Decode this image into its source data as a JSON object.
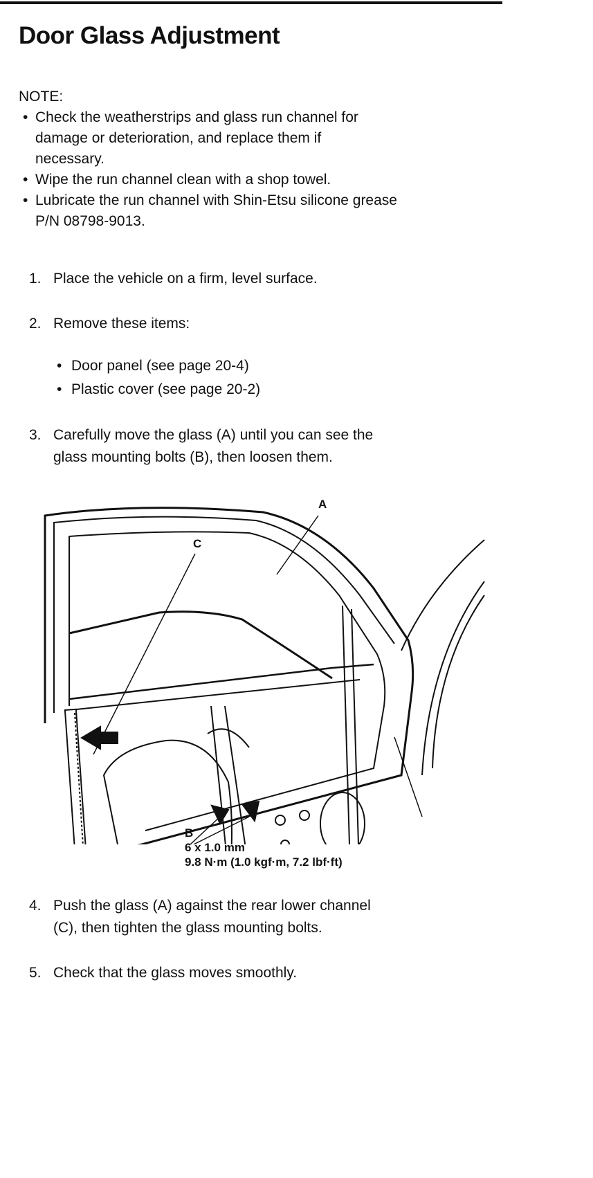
{
  "title": "Door Glass Adjustment",
  "note": {
    "label": "NOTE:",
    "items": [
      [
        "Check the weatherstrips and glass run channel for",
        "damage or deterioration, and replace them if",
        "necessary."
      ],
      [
        "Wipe the run channel clean with a shop towel."
      ],
      [
        "Lubricate the run channel with Shin-Etsu silicone grease",
        "P/N 08798-9013."
      ]
    ]
  },
  "steps": [
    {
      "num": "1.",
      "lines": [
        "Place the vehicle on a firm, level surface."
      ]
    },
    {
      "num": "2.",
      "lines": [
        "Remove these items:"
      ],
      "subitems": [
        "Door panel (see page 20-4)",
        "Plastic cover (see page 20-2)"
      ]
    },
    {
      "num": "3.",
      "lines": [
        "Carefully move the glass (A) until you can see the",
        "glass mounting bolts (B), then loosen them."
      ]
    },
    {
      "num": "4.",
      "lines": [
        "Push the glass (A) against the rear lower channel",
        "(C), then tighten the glass mounting bolts."
      ]
    },
    {
      "num": "5.",
      "lines": [
        "Check that the glass moves smoothly."
      ]
    }
  ],
  "diagram": {
    "label_a": "A",
    "label_b": "B",
    "label_c": "C",
    "bolt_size": "6 x 1.0 mm",
    "torque": "9.8 N·m (1.0 kgf·m, 7.2 lbf·ft)"
  }
}
